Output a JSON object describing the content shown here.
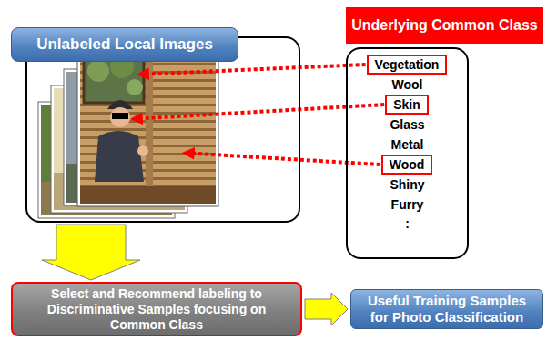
{
  "diagram": {
    "nodes": [
      {
        "text": [
          "Unlabeled Local Images"
        ]
      },
      {
        "text": [
          "Underlying Common Class",
          "Wool",
          "Glass",
          "Metal",
          "Shiny",
          "Furry",
          ":"
        ]
      },
      {
        "text": [
          "Vegetation"
        ],
        "in": 1
      },
      {
        "text": [
          "Skin"
        ],
        "in": 1
      },
      {
        "text": [
          "Wood"
        ],
        "in": 1
      },
      {
        "text": [
          "Select and Recommend labeling to Discriminative Samples focusing on Common Class"
        ]
      },
      {
        "text": [
          "Useful Training Samples for Photo Classification"
        ]
      }
    ],
    "edges": [
      {
        "from": 2,
        "to": 0,
        "arrow": "to"
      },
      {
        "from": 3,
        "to": 0,
        "arrow": "to"
      },
      {
        "from": 4,
        "to": 0,
        "arrow": "to"
      },
      {
        "from": 0,
        "to": 5,
        "arrow": "to"
      },
      {
        "from": 5,
        "to": 6,
        "arrow": "to"
      }
    ]
  }
}
